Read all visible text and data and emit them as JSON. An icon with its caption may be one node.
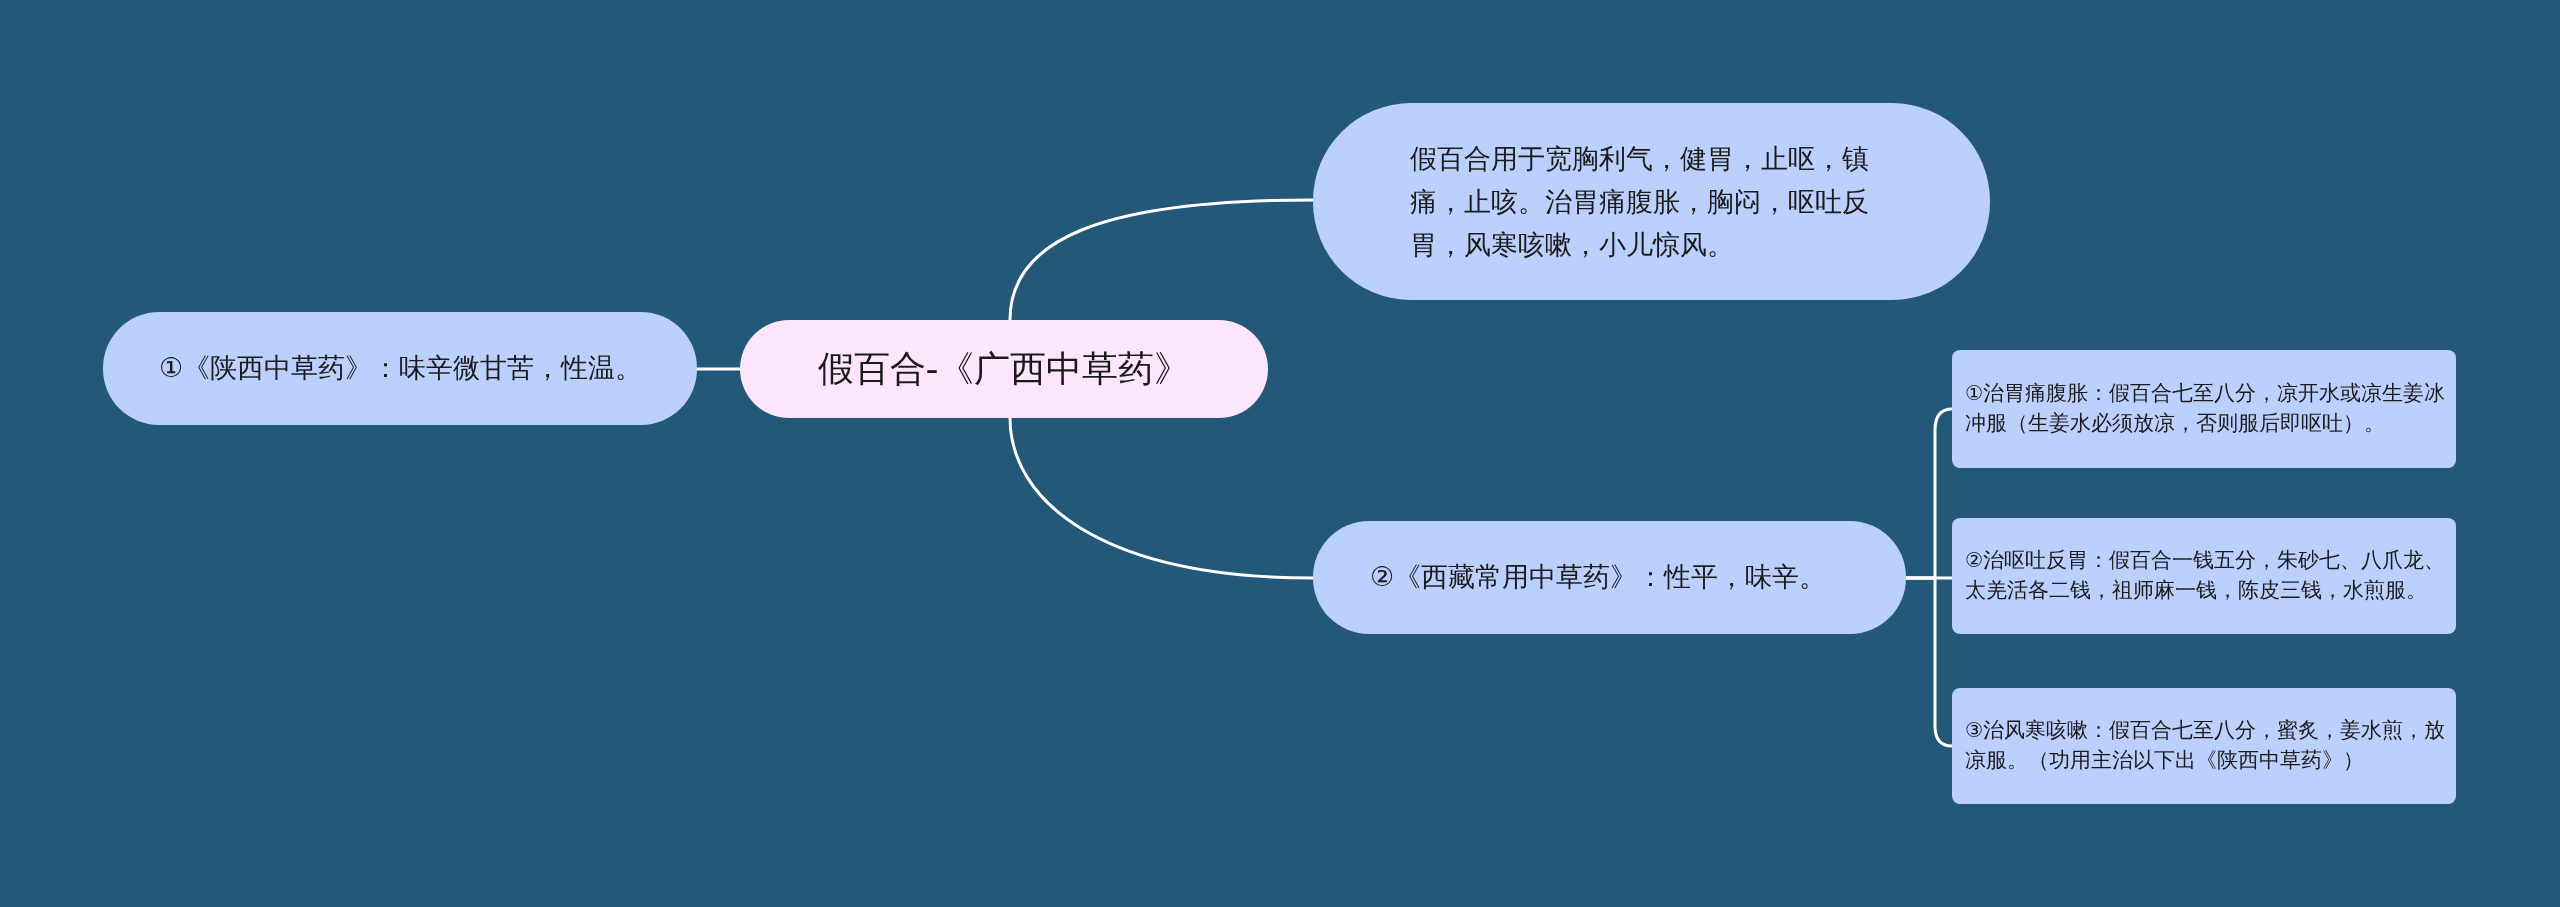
{
  "diagram": {
    "nodes": [
      {
        "text": [
          "假百合-《广西中草药》"
        ]
      },
      {
        "text": [
          "假百合用于宽胸利气，健胃，止呕，镇痛，止咳。治胃痛腹胀，胸闷，呕吐反胃，风寒咳嗽，小儿惊风。"
        ]
      },
      {
        "text": [
          "①《陕西中草药》：味辛微甘苦，性温。"
        ]
      },
      {
        "text": [
          "②《西藏常用中草药》：性平，味辛。"
        ]
      },
      {
        "text": [
          "①治胃痛腹胀：假百合七至八分，凉开水或凉生姜冰冲服（生姜水必须放凉，否则服后即呕吐）。"
        ]
      },
      {
        "text": [
          "②治呕吐反胃：假百合一钱五分，朱砂七、八爪龙、太羌活各二钱，祖师麻一钱，陈皮三钱，水煎服。"
        ]
      },
      {
        "text": [
          "③治风寒咳嗽：假百合七至八分，蜜炙，姜水煎，放凉服。（功用主治以下出《陕西中草药》）"
        ]
      }
    ],
    "edges": [
      {
        "from": 0,
        "to": 1,
        "arrow": "none"
      },
      {
        "from": 0,
        "to": 2,
        "arrow": "none"
      },
      {
        "from": 0,
        "to": 3,
        "arrow": "none"
      },
      {
        "from": 3,
        "to": 4,
        "arrow": "none"
      },
      {
        "from": 3,
        "to": 5,
        "arrow": "none"
      },
      {
        "from": 3,
        "to": 6,
        "arrow": "none"
      }
    ]
  }
}
